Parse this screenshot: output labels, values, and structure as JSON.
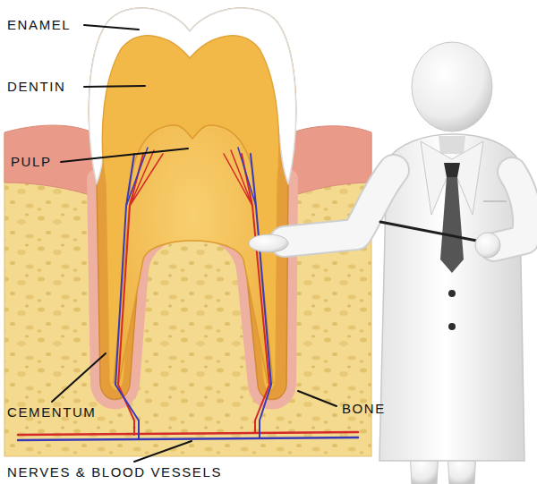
{
  "diagram": {
    "labels": [
      "ENAMEL",
      "DENTIN",
      "PULP",
      "CEMENTUM",
      "BONE",
      "NERVES & BLOOD VESSELS"
    ]
  }
}
